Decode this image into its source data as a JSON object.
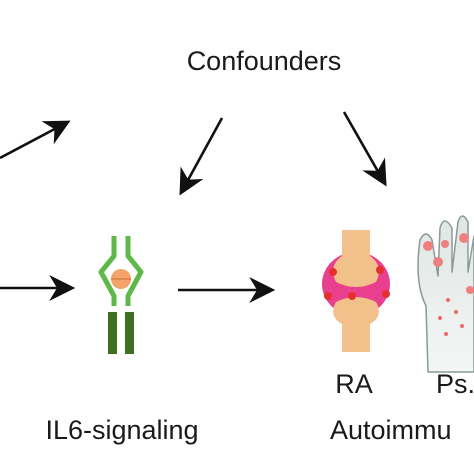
{
  "labels": {
    "confounders": "Confounders",
    "il6_signaling": "IL6-signaling",
    "ra": "RA",
    "ps": "Ps.",
    "autoimmune": "Autoimmu"
  },
  "colors": {
    "arrow": "#111111",
    "receptor_green_light": "#5fb84a",
    "receptor_green_dark": "#3f6f20",
    "receptor_ligand": "#f4a46a",
    "joint_bone": "#f2c08a",
    "joint_inflammation": "#e8408e",
    "joint_spots": "#e52f2f",
    "hand_skin": "#e4eae8",
    "hand_outline": "#8a9a98",
    "psoriasis_plaque": "#f08080"
  },
  "icons": [
    "il6-receptor-icon",
    "joint-icon",
    "hand-icon"
  ]
}
